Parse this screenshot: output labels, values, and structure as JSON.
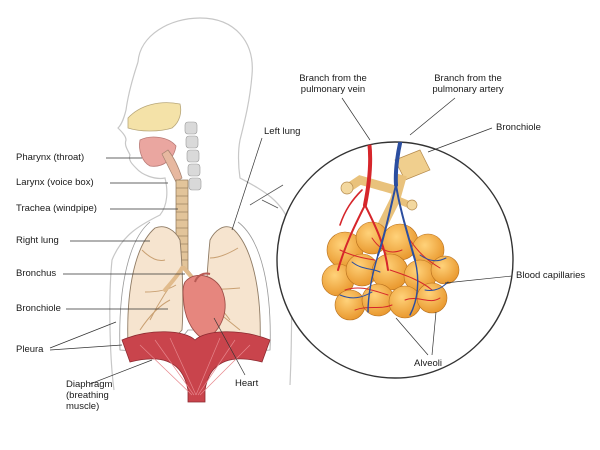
{
  "labels": {
    "pharynx": "Pharynx (throat)",
    "larynx": "Larynx (voice box)",
    "trachea": "Trachea (windpipe)",
    "right_lung": "Right lung",
    "bronchus": "Bronchus",
    "bronchiole_left": "Bronchiole",
    "pleura": "Pleura",
    "diaphragm_line1": "Diaphragm",
    "diaphragm_line2": "(breathing",
    "diaphragm_line3": "muscle)",
    "heart": "Heart",
    "left_lung": "Left lung",
    "pulm_vein_line1": "Branch from the",
    "pulm_vein_line2": "pulmonary vein",
    "pulm_artery_line1": "Branch from the",
    "pulm_artery_line2": "pulmonary artery",
    "bronchiole_right": "Bronchiole",
    "blood_capillaries": "Blood capillaries",
    "alveoli": "Alveoli"
  },
  "colors": {
    "outline": "#555555",
    "lung_fill": "#f6e4cf",
    "airway": "#e9c99f",
    "heart": "#e6867e",
    "diaphragm": "#c9444c",
    "alveoli": "#f2b043",
    "vein": "#d6262b",
    "artery": "#2b4ea0"
  }
}
